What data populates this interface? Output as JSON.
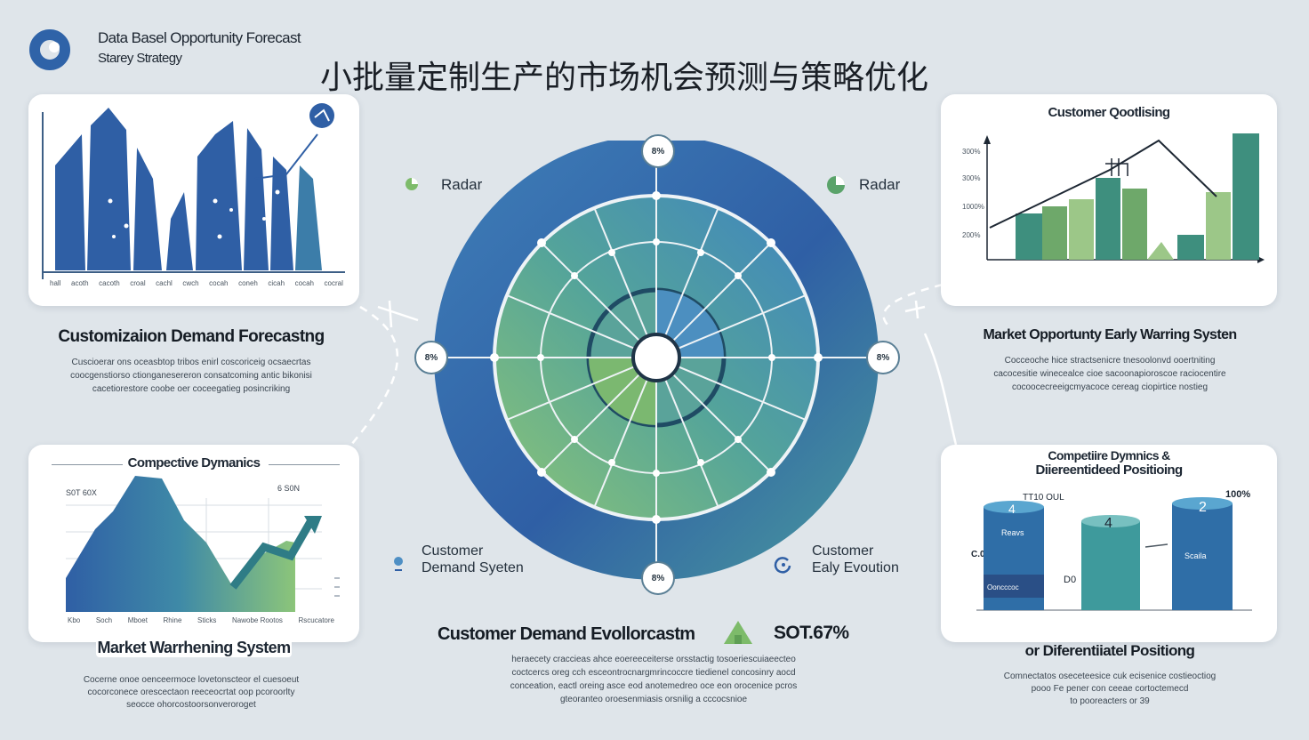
{
  "header": {
    "logo_icon": "donut-logo-icon",
    "brand_line1": "Data Basel Opportunity Forecast",
    "brand_line2": "Starey Strategy",
    "title": "小批量定制生产的市场机会预测与策略优化"
  },
  "colors": {
    "blue": "#2f5fa5",
    "teal": "#3e8f9c",
    "green": "#7dbb6a",
    "bg": "#dfe5ea"
  },
  "radar": {
    "label_left": "Radar",
    "label_right": "Radar",
    "badge_top": "8%",
    "badge_left": "8%",
    "badge_right": "8%",
    "badge_bottom": "8%",
    "customer_left_line1": "Customer",
    "customer_left_line2": "Demand Syeten",
    "customer_right_line1": "Customer",
    "customer_right_line2": "Ealy Evoution"
  },
  "cards": {
    "top_left": {
      "heading": "Customizaiıon Demand Forecastng",
      "desc": [
        "Cuscioerar ons oceasbtop tribos enirl coscoriceig ocsaecrtas",
        "coocgenstiorso ctionganesereron consatcoming antic bikonisi",
        "cacetiorestore coobe oer coceegatieg posincriking"
      ],
      "ticks": [
        "hall",
        "acoth",
        "cacoth",
        "croal",
        "cachl",
        "cwch",
        "cocah",
        "coneh",
        "cicah",
        "cocah",
        "cocral"
      ]
    },
    "top_right": {
      "title": "Customer Qootlising",
      "y_ticks": [
        "300%",
        "300%",
        "1000%",
        "200%"
      ],
      "heading": "Market Opportunty Early Warring Systen",
      "desc": [
        "Cocceoche hice stractsenicre tnesoolonvd ooertniting",
        "cacocesitie winecealce cioe sacoonapioroscoe raciocentire",
        "cocoocecreeigcmyacoce cereag ciopirtice nostieg"
      ]
    },
    "bottom_left": {
      "title": "Compective Dymanics",
      "annotation_left": "S0T 60X",
      "annotation_right": "6 S0N",
      "ticks": [
        "Kbo",
        "Soch",
        "Mboet",
        "Rhine",
        "Sticks",
        "Nawobe Rootos",
        "Rscucatore"
      ],
      "heading": "Market Warrhening System",
      "desc": [
        "Cocerne onoe oenceermoce lovetonscteor el cuesoeut",
        "cocorconece orescectaon reeceocrtat oop pcoroorlty",
        "seocce ohorcostoorsonveroroget"
      ]
    },
    "bottom_right": {
      "title_line1": "Competiire Dymnics &",
      "title_line2": "Diiereentideed Positioing",
      "label_ttl": "TT10 OUL",
      "label_100": "100%",
      "label_c01": "C.0t",
      "label_d0": "D0",
      "bar1_value": "4",
      "bar1_text": "Reavs",
      "bar1_base": "Ooncccoc",
      "bar2_value": "4",
      "bar3_value": "2",
      "bar3_text": "Scaila",
      "heading": "or Diferentiiatel Positiong",
      "desc": [
        "Comnectatos oseceteesice cuk ecisenice costieoctiog",
        "pooo Fe pener con ceeae cortoctemecd",
        "to pooreacters or 39"
      ]
    }
  },
  "center": {
    "heading": "Customer Demand Evollorcastm",
    "trend_icon": "up-triangle-icon",
    "stat": "SOT.67%",
    "desc": [
      "heraecety craccieas ahce eoereeceiterse orsstactig tosoeriescuiaeecteo",
      "coctcercs oreg cch esceontrocnargmrincoccre tiedienel concosinry aocd",
      "conceation, eactl oreing asce eod anotemedreo oce eon orocenice pcros",
      "gteoranteo oroesenmiasis orsnilig a cccocsnioe"
    ]
  }
}
